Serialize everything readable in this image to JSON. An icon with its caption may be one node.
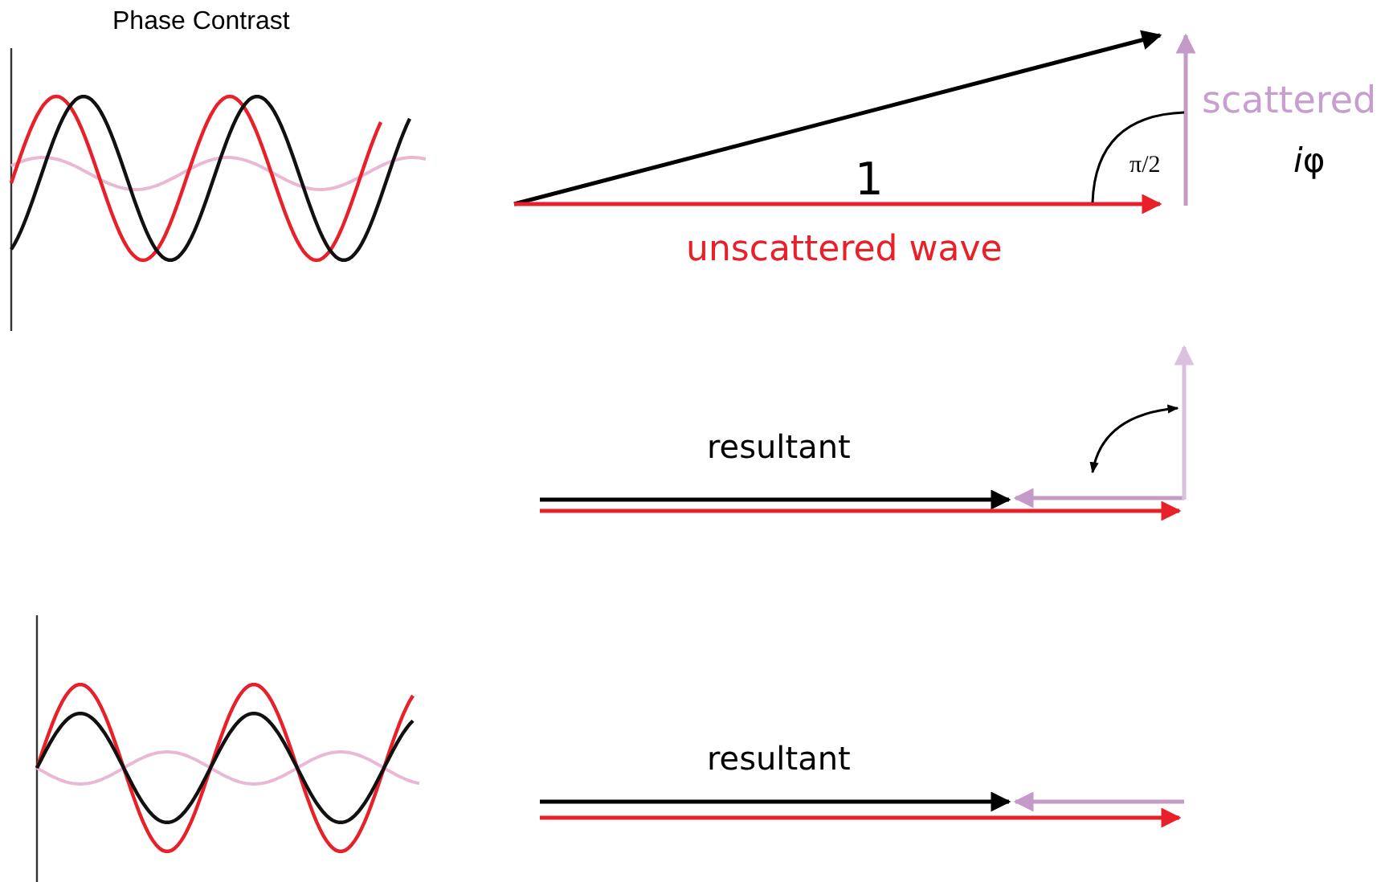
{
  "diagram": {
    "title": "Phase Contrast",
    "labels": [
      "scattered",
      "π/2",
      "iφ",
      "1",
      "unscattered wave",
      "resultant",
      "resultant"
    ]
  }
}
